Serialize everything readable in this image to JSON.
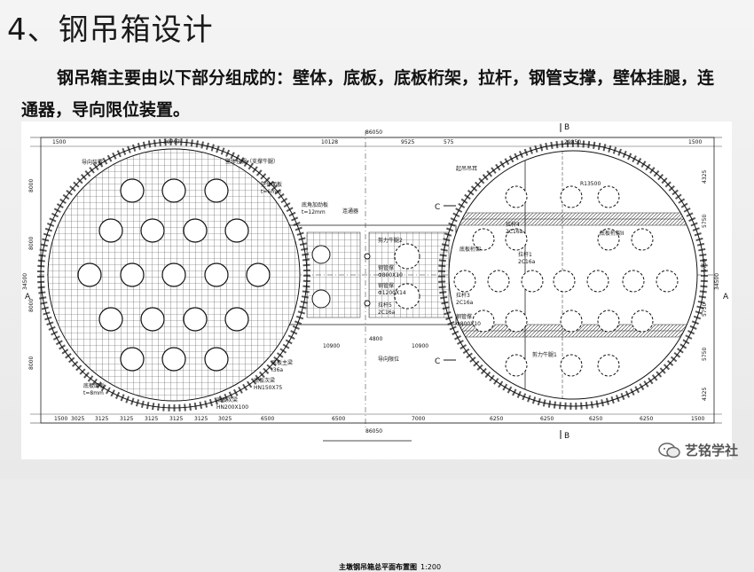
{
  "slide": {
    "title": "4、钢吊箱设计",
    "body": "钢吊箱主要由以下部分组成的：壁体，底板，底板桁架，拉杆，钢管支撑，壁体挂腿，连通器，导向限位装置。"
  },
  "drawing": {
    "caption": "主墩钢吊箱总平面布置图",
    "scale": "1:200",
    "section_marks": {
      "b_top": "B",
      "b_bottom": "B",
      "a_left": "A",
      "a_right": "A",
      "c_top": "C",
      "c_bottom": "C"
    },
    "top_dims": [
      "1500",
      "30797",
      "10128",
      "9525",
      "575",
      "29850",
      "1500"
    ],
    "top_total": "86050",
    "bottom_dims": [
      "1500",
      "3025",
      "3125",
      "3125",
      "3125",
      "3125",
      "3125",
      "3025",
      "6500",
      "6500",
      "7000",
      "6250",
      "6250",
      "6250",
      "6250",
      "1500"
    ],
    "bottom_total": "86050",
    "left_dims": [
      "8000",
      "8000",
      "8000",
      "8000"
    ],
    "left_total": "34500",
    "right_dims": [
      "4325",
      "5750",
      "5750",
      "5750",
      "5750",
      "4325"
    ],
    "right_total": "34500",
    "mid_dims": [
      "10900",
      "4800",
      "10900"
    ],
    "labels": {
      "guide": "导向装置",
      "wall_leg": "壁体挂腿（支撑牛腿）",
      "wall_plate": "壁体面板",
      "wall_plate_t": "t=6mm",
      "bottom_stiffen": "底角加劲板",
      "bottom_stiffen_t": "t=12mm",
      "connector": "连通器",
      "support_beam2": "剪力牛腿2",
      "steel_pipe_a": "钢管撑",
      "steel_pipe_a_size": "Φ800X10",
      "steel_pipe_b": "钢管撑",
      "steel_pipe_b_size": "Φ1200X14",
      "rod_a": "拉杆5",
      "rod_a_size": "2C16a",
      "rod_b": "拉杆4",
      "rod_b_size": "2C16a",
      "steel_pipe_c": "钢管撑",
      "steel_pipe_c_size": "Φ800X10",
      "bottom_main": "底板主梁",
      "bottom_main_size": "I36a",
      "bottom_sub": "底板次梁",
      "bottom_sub_size": "HN150X75",
      "bottom_plate": "底板面板",
      "bottom_plate_t": "t=8mm",
      "bottom_secondary": "底板次梁",
      "bottom_secondary_size": "HN200X100",
      "guide_limit": "导向限位",
      "lift_point": "起吊吊耳",
      "truss": "底板桁架",
      "truss2": "底板桁架II",
      "rod_1": "拉杆1",
      "rod_1_size": "2C16a",
      "rod_3": "拉杆3",
      "rod_3_size": "2C16a",
      "support_beam1": "剪力牛腿1",
      "radius": "R13500"
    }
  },
  "watermark": {
    "text": "艺铭学社"
  }
}
